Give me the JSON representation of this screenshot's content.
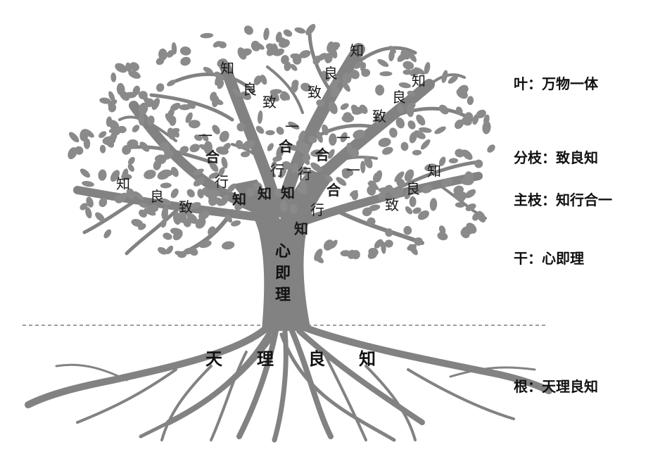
{
  "legend": {
    "leaves": "叶：万物一体",
    "branches": "分枝：致良知",
    "main_branches": "主枝：知行合一",
    "trunk": "干：心即理",
    "roots": "根：天理良知"
  },
  "trunk_label": [
    "心",
    "即",
    "理"
  ],
  "root_label": [
    "天",
    "理",
    "良",
    "知"
  ],
  "branch_labels": {
    "zhi": "知",
    "liang": "良",
    "zhi4": "致",
    "xing": "行",
    "he": "合",
    "yi": "一"
  },
  "colors": {
    "tree": "#828282",
    "leaf": "#8a8a8a",
    "text": "#111111"
  }
}
